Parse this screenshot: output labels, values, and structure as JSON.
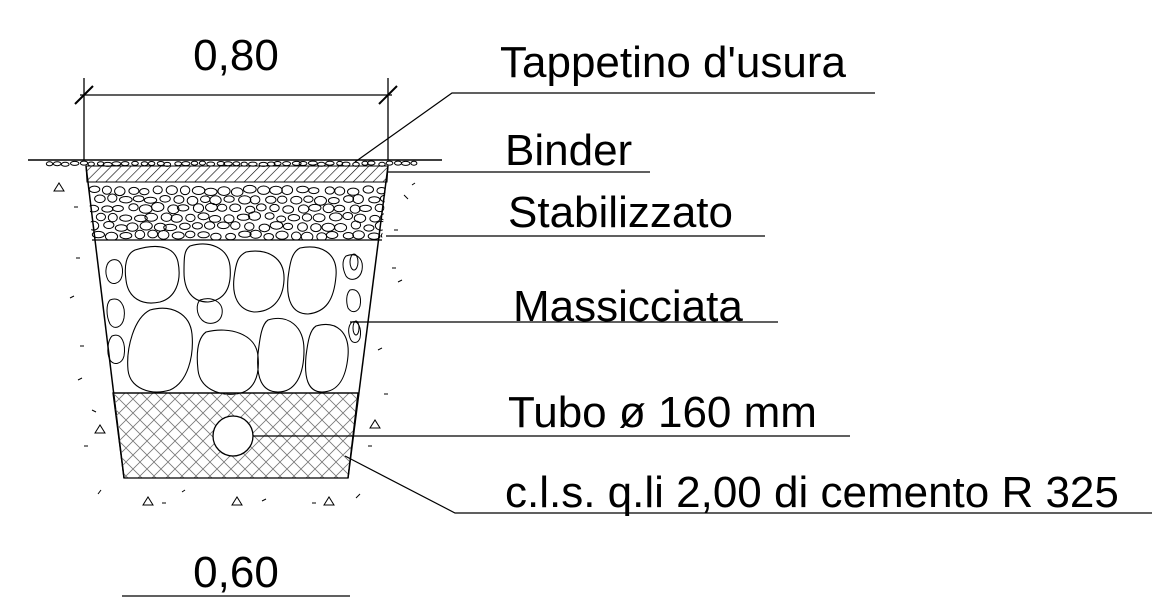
{
  "dimensions": {
    "top_width": "0,80",
    "bottom_width": "0,60"
  },
  "layers": [
    {
      "key": "tappetino",
      "label": "Tappetino d'usura"
    },
    {
      "key": "binder",
      "label": "Binder"
    },
    {
      "key": "stabilizzato",
      "label": "Stabilizzato"
    },
    {
      "key": "massicciata",
      "label": "Massicciata"
    },
    {
      "key": "tubo",
      "label": "Tubo ø 160 mm"
    },
    {
      "key": "cls",
      "label": "c.l.s. q.li 2,00 di cemento R 325"
    }
  ]
}
